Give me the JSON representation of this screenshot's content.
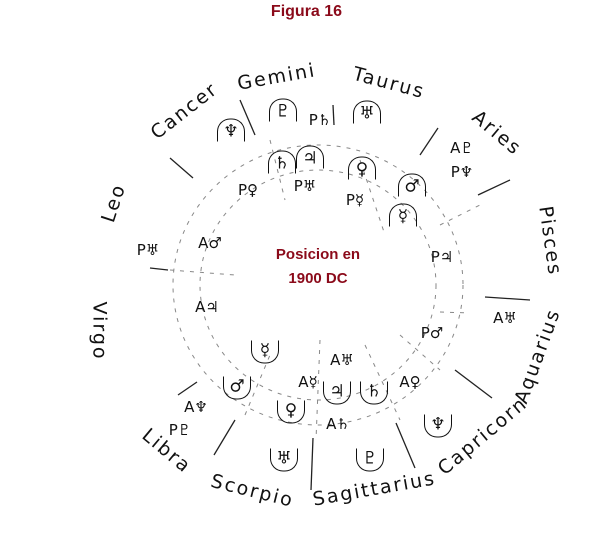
{
  "title": "Figura 16",
  "center_text": [
    "Posicion en",
    "1900 DC"
  ],
  "signs": [
    "Taurus",
    "Gemini",
    "Cancer",
    "Leo",
    "Virgo",
    "Libra",
    "Scorpio",
    "Sagittarius",
    "Capricorn",
    "Aquarius",
    "Pisces",
    "Aries"
  ],
  "nodes_upper": [
    "♆",
    "♇",
    "♅",
    "♄",
    "♃",
    "♀",
    "♂",
    "☿"
  ],
  "nodes_lower": [
    "☿",
    "♂",
    "♀",
    "♃",
    "♄",
    "♅",
    "♇",
    "♆"
  ],
  "labels": [
    "P♄",
    "P♀",
    "P♅",
    "P☿",
    "A♇",
    "P♆",
    "P♅",
    "A♂",
    "P♃",
    "A♃",
    "P♂",
    "A♅",
    "A♅",
    "A☿",
    "A♀",
    "A♄",
    "A♆",
    "P♇"
  ],
  "colors": {
    "accent": "#8b0a1a",
    "ink": "#111111"
  }
}
